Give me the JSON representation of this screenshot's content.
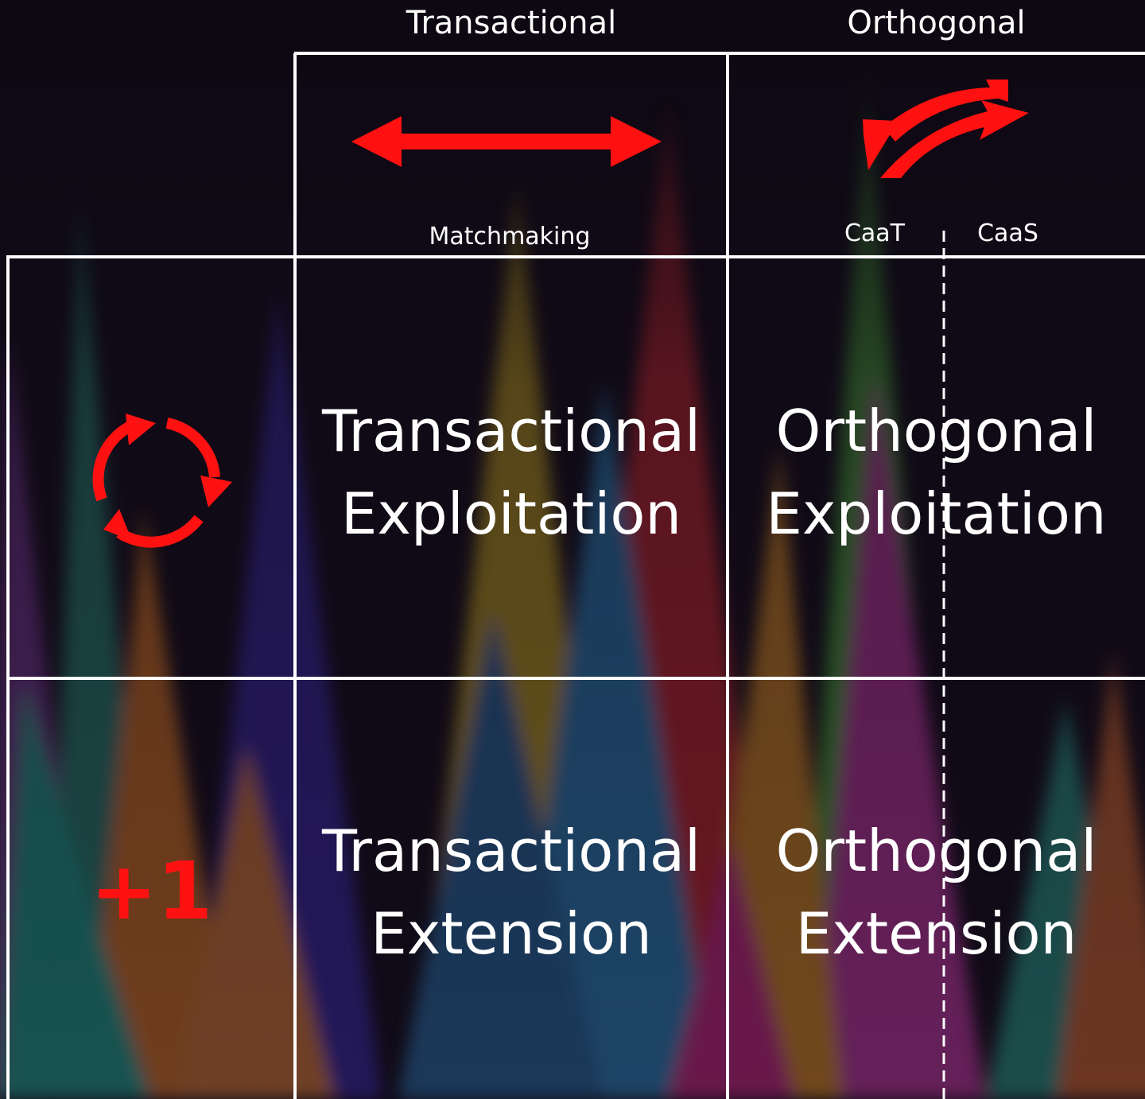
{
  "columns": {
    "transactional": "Transactional",
    "orthogonal": "Orthogonal"
  },
  "sublabels": {
    "matchmaking": "Matchmaking",
    "caat": "CaaT",
    "caas": "CaaS"
  },
  "cells": {
    "transactional_exploitation": {
      "line1": "Transactional",
      "line2": "Exploitation"
    },
    "orthogonal_exploitation": {
      "line1": "Orthogonal",
      "line2": "Exploitation"
    },
    "transactional_extension": {
      "line1": "Transactional",
      "line2": "Extension"
    },
    "orthogonal_extension": {
      "line1": "Orthogonal",
      "line2": "Extension"
    }
  },
  "rows": {
    "extension_symbol": "+1"
  },
  "icons": {
    "matchmaking": "double-headed-arrow-icon",
    "caat_caas": "swap-curved-arrows-icon",
    "exploitation": "cycle-arrows-icon"
  },
  "colors": {
    "accent": "#ff1111",
    "grid": "#ffffff",
    "background": "#120c18"
  }
}
